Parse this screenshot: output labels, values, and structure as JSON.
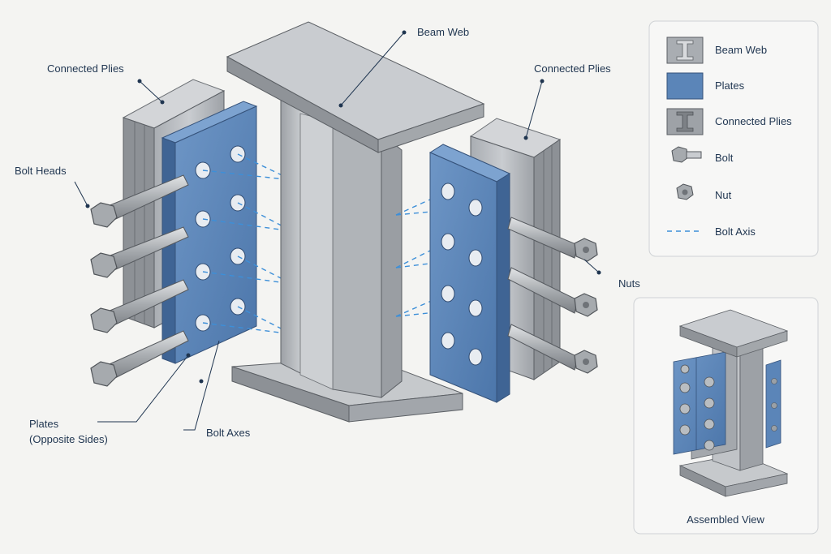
{
  "callouts": {
    "beam_web": "Beam Web",
    "connected_plies_left": "Connected Plies",
    "connected_plies_right": "Connected Plies",
    "bolt_heads": "Bolt Heads",
    "nuts": "Nuts",
    "plates": "Plates",
    "plates_sub": "(Opposite Sides)",
    "bolt_axes": "Bolt Axes"
  },
  "legend": {
    "items": [
      {
        "label": "Beam Web",
        "icon": "beam-web-swatch-icon"
      },
      {
        "label": "Plates",
        "icon": "plate-swatch-icon"
      },
      {
        "label": "Connected Plies",
        "icon": "connected-plies-swatch-icon"
      },
      {
        "label": "Bolt",
        "icon": "bolt-icon"
      },
      {
        "label": "Nut",
        "icon": "nut-icon"
      },
      {
        "label": "Bolt Axis",
        "icon": "bolt-axis-line-icon"
      }
    ]
  },
  "inset": {
    "caption": "Assembled View"
  },
  "colors": {
    "steel": "#b9bcc0",
    "steel_dark": "#8f9398",
    "plate_blue": "#5b85b8",
    "axis_blue": "#3d8fd8",
    "text": "#1f3550"
  }
}
